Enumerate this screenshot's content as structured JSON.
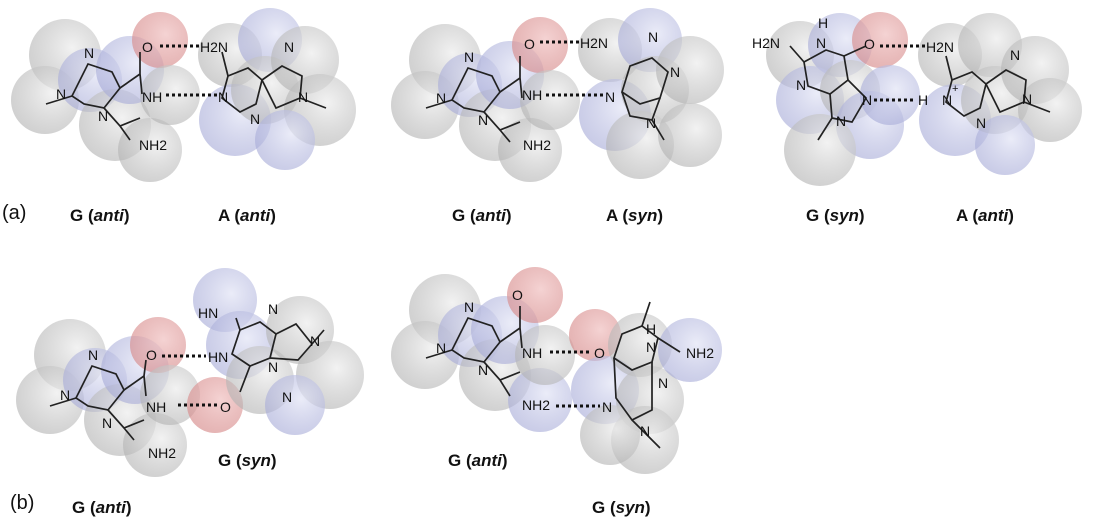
{
  "panels": {
    "a": "(a)",
    "b": "(b)"
  },
  "colors": {
    "carbon_sphere": "#c4c4c4",
    "nitrogen_sphere": "#b7bade",
    "oxygen_sphere": "#e0a3a3",
    "bond": "#222222"
  },
  "atoms": {
    "N": "N",
    "NH": "NH",
    "HN": "HN",
    "H2N": "H2N",
    "NH2": "NH2",
    "O": "O",
    "H": "H",
    "plus": "+"
  },
  "captions": {
    "a1_left_base": "G",
    "a1_left_conf": "anti",
    "a1_right_base": "A",
    "a1_right_conf": "anti",
    "a2_left_base": "G",
    "a2_left_conf": "anti",
    "a2_right_base": "A",
    "a2_right_conf": "syn",
    "a3_left_base": "G",
    "a3_left_conf": "syn",
    "a3_right_base": "A",
    "a3_right_conf": "anti",
    "b1_left_base": "G",
    "b1_left_conf": "anti",
    "b1_right_base": "G",
    "b1_right_conf": "syn",
    "b2_left_base": "G",
    "b2_left_conf": "anti",
    "b2_right_base": "G",
    "b2_right_conf": "syn"
  }
}
